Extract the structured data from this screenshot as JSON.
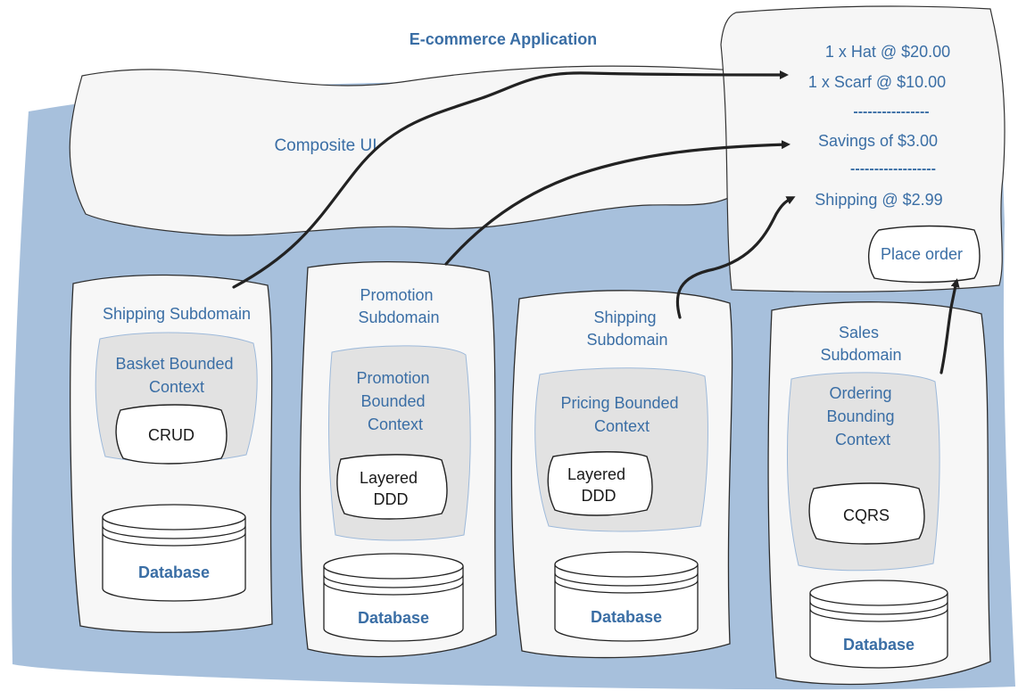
{
  "colors": {
    "background_region": "#a7c0dc",
    "text_blue": "#3a6ea5",
    "text_dark": "#1a1a1a",
    "context_gray": "#e2e2e2",
    "card_fill": "#f7f7f7"
  },
  "app_title": "E-commerce Application",
  "composite_ui": {
    "label": "Composite UI"
  },
  "basket": {
    "line1": "1 x Hat @ $20.00",
    "line2": "1 x Scarf @ $10.00",
    "separator1": "----------------",
    "savings": "Savings of $3.00",
    "separator2": "------------------",
    "shipping": "Shipping @ $2.99",
    "place_order": "Place order"
  },
  "subdomains": [
    {
      "title_lines": [
        "Shipping Subdomain"
      ],
      "context_lines": [
        "Basket Bounded",
        "Context"
      ],
      "pattern_lines": [
        "CRUD"
      ],
      "database": "Database"
    },
    {
      "title_lines": [
        "Promotion",
        "Subdomain"
      ],
      "context_lines": [
        "Promotion",
        "Bounded",
        "Context"
      ],
      "pattern_lines": [
        "Layered",
        "DDD"
      ],
      "database": "Database"
    },
    {
      "title_lines": [
        "Shipping",
        "Subdomain"
      ],
      "context_lines": [
        "Pricing Bounded",
        "Context"
      ],
      "pattern_lines": [
        "Layered",
        "DDD"
      ],
      "database": "Database"
    },
    {
      "title_lines": [
        "Sales",
        "Subdomain"
      ],
      "context_lines": [
        "Ordering",
        "Bounding",
        "Context"
      ],
      "pattern_lines": [
        "CQRS"
      ],
      "database": "Database"
    }
  ]
}
